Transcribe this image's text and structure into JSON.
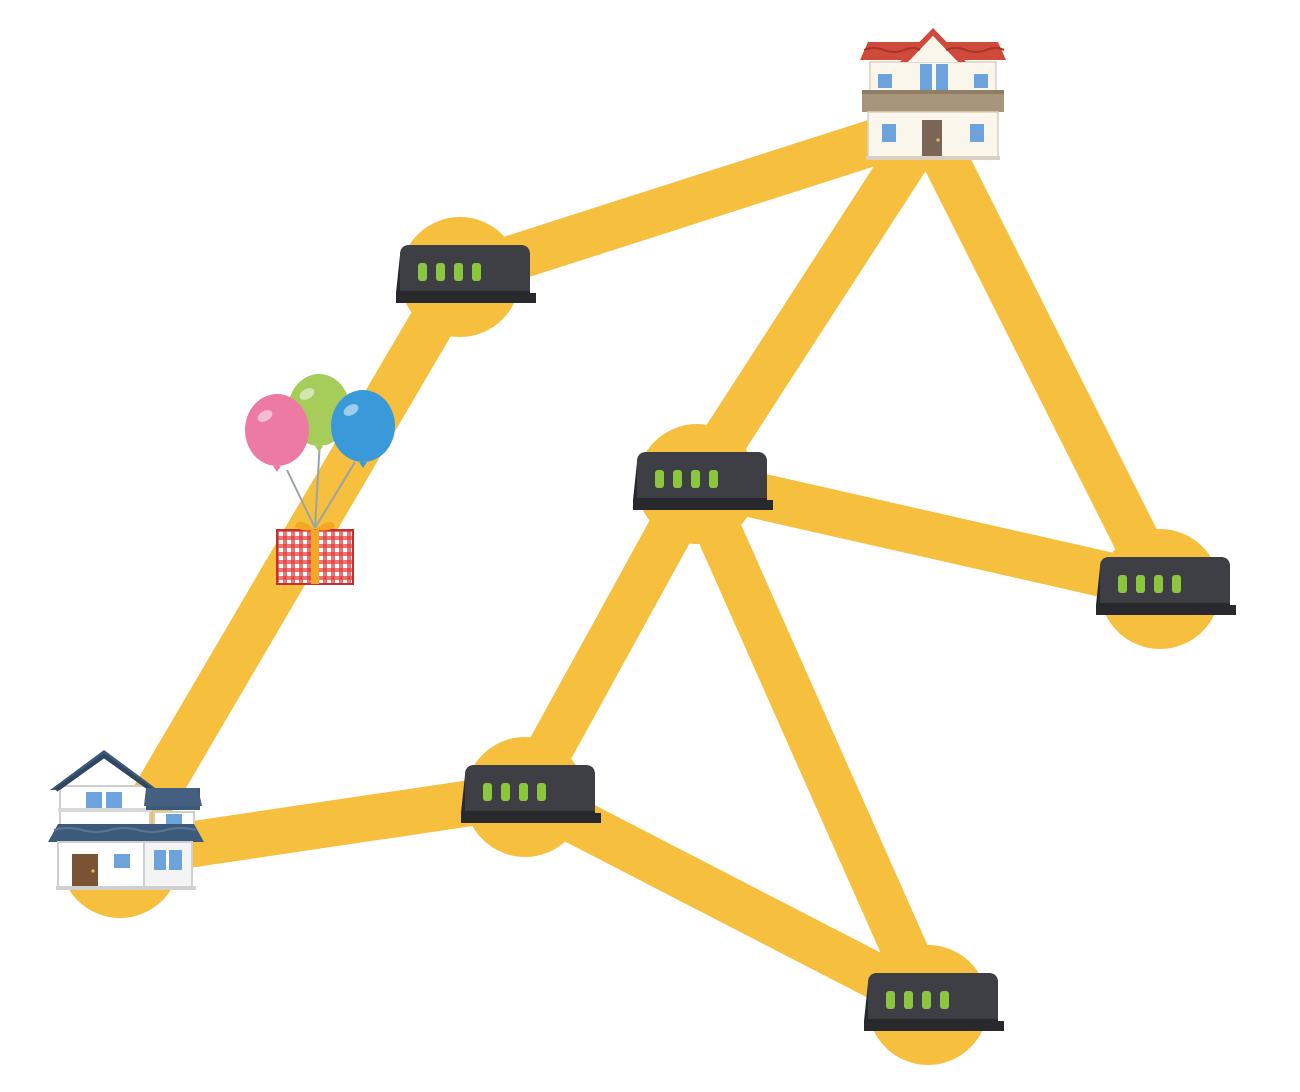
{
  "diagram": {
    "colors": {
      "link": "#f6bf3e",
      "node_disc": "#f6bf3e",
      "router_body": "#3d3f44",
      "router_shadow": "#27292d",
      "router_led": "#8cc63f",
      "balloon_pink": "#ec7aa3",
      "balloon_green": "#a6cc5a",
      "balloon_blue": "#3a9ad9",
      "gift_red": "#e23a3a",
      "gift_ribbon": "#f5a623"
    },
    "nodes": [
      {
        "id": "home-sender",
        "kind": "house-blue-roof"
      },
      {
        "id": "home-receiver",
        "kind": "house-red-roof"
      },
      {
        "id": "router-1",
        "kind": "router"
      },
      {
        "id": "router-2",
        "kind": "router"
      },
      {
        "id": "router-3",
        "kind": "router"
      },
      {
        "id": "router-4",
        "kind": "router"
      },
      {
        "id": "router-5",
        "kind": "router"
      }
    ],
    "links": [
      [
        "home-sender",
        "router-1"
      ],
      [
        "router-1",
        "home-receiver"
      ],
      [
        "home-receiver",
        "router-2"
      ],
      [
        "home-receiver",
        "router-3"
      ],
      [
        "router-2",
        "router-3"
      ],
      [
        "router-2",
        "router-4"
      ],
      [
        "router-2",
        "router-5"
      ],
      [
        "home-sender",
        "router-4"
      ],
      [
        "router-4",
        "router-5"
      ]
    ],
    "packet": {
      "kind": "gift-with-balloons",
      "on_link": [
        "home-sender",
        "router-1"
      ]
    }
  }
}
